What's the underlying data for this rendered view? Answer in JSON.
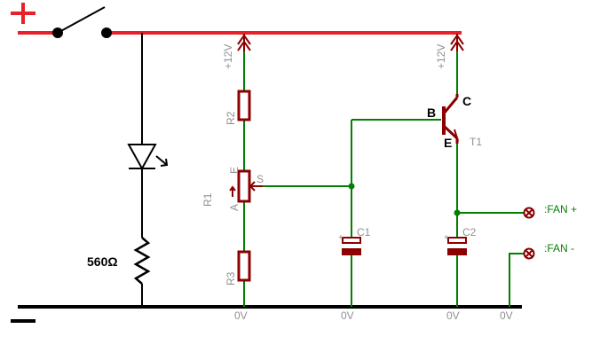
{
  "colors": {
    "rail_red": "#e8202a",
    "ground_black": "#000000",
    "wire_green": "#008000",
    "component_maroon": "#8b0000",
    "label_gray": "#909090",
    "fan_green": "#007f00"
  },
  "supply": {
    "plus_symbol": "+",
    "minus_symbol": "−"
  },
  "labels": {
    "vcc_1": "+12V",
    "vcc_2": "+12V",
    "resistor_led": "560Ω",
    "r2": "R2",
    "r1": "R1",
    "r3": "R3",
    "r1_pin_a": "A",
    "r1_pin_e": "E",
    "r1_pin_s": "S",
    "c1": "C1",
    "c2": "C2",
    "cap_polarity_c1": "+",
    "cap_polarity_c2": "+",
    "transistor": "T1",
    "pin_b": "B",
    "pin_c": "C",
    "pin_e": "E",
    "fan_plus": ":FAN +",
    "fan_minus": ":FAN -",
    "gnd_1": "0V",
    "gnd_2": "0V",
    "gnd_3": "0V",
    "gnd_4": "0V"
  }
}
